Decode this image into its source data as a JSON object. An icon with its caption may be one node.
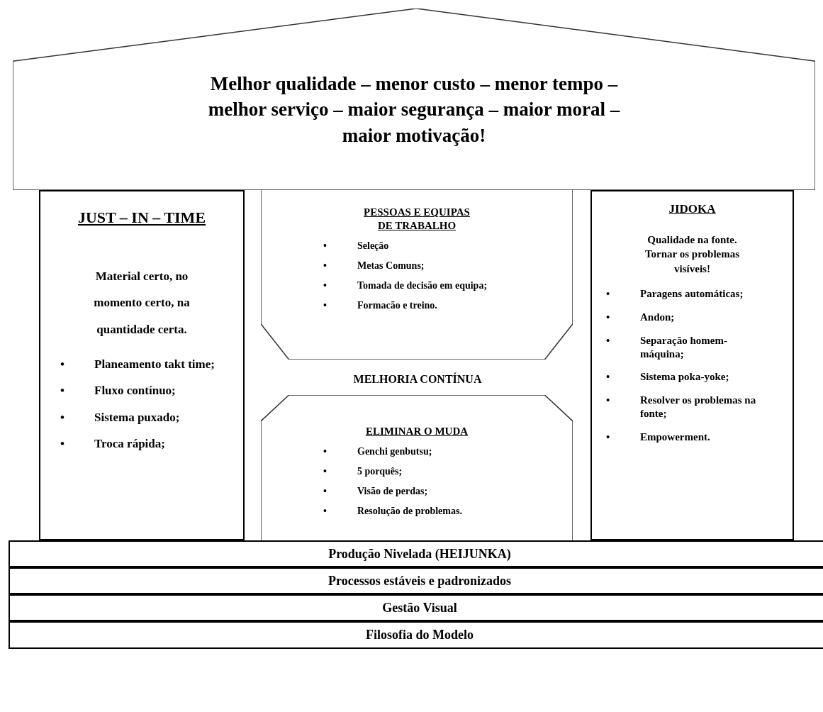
{
  "diagram": {
    "nodes": [
      {
        "text": [
          "Melhor qualidade – menor custo – menor tempo – melhor serviço – maior segurança – maior moral – maior motivação!"
        ]
      },
      {
        "text": [
          "JUST – IN – TIME",
          "Material certo, no momento certo, na quantidade certa.",
          "• Planeamento takt time;",
          "• Fluxo contínuo;",
          "• Sistema puxado;",
          "• Troca rápida;"
        ]
      },
      {
        "text": [
          "MELHORIA CONTÍNUA"
        ]
      },
      {
        "text": [
          "PESSOAS E EQUIPAS DE TRABALHO",
          "• Seleção",
          "• Metas Comuns;",
          "• Tomada de decisão em equipa;",
          "• Formacão e treino."
        ],
        "in": 2
      },
      {
        "text": [
          "ELIMINAR O MUDA",
          "• Genchi genbutsu;",
          "• 5 porquês;",
          "• Visão de perdas;",
          "• Resolução de problemas."
        ],
        "in": 2
      },
      {
        "text": [
          "JIDOKA",
          "Qualidade na fonte. Tornar os problemas visíveis!",
          "• Paragens automáticas;",
          "• Andon;",
          "• Separação homem-máquina;",
          "• Sistema poka-yoke;",
          "• Resolver os problemas na fonte;",
          "• Empowerment."
        ]
      },
      {
        "text": [
          "Produção Nivelada (HEIJUNKA)"
        ]
      },
      {
        "text": [
          "Processos estáveis e padronizados"
        ]
      },
      {
        "text": [
          "Gestão Visual"
        ]
      },
      {
        "text": [
          "Filosofia do Modelo"
        ]
      }
    ]
  }
}
